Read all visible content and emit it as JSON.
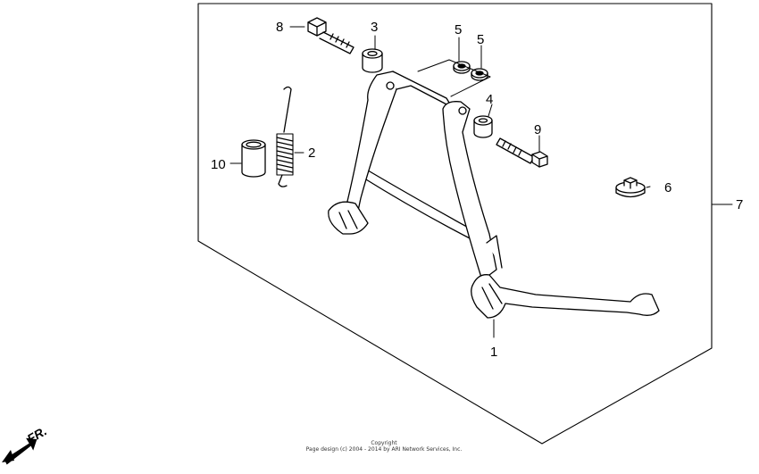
{
  "callouts": {
    "c1": "1",
    "c2": "2",
    "c3": "3",
    "c4": "4",
    "c5a": "5",
    "c5b": "5",
    "c6": "6",
    "c7": "7",
    "c8": "8",
    "c9": "9",
    "c10": "10"
  },
  "copyright": {
    "line1": "Copyright",
    "line2": "Page design (c) 2004 - 2014 by ARI Network Services, Inc."
  },
  "direction": {
    "label": "FR."
  }
}
